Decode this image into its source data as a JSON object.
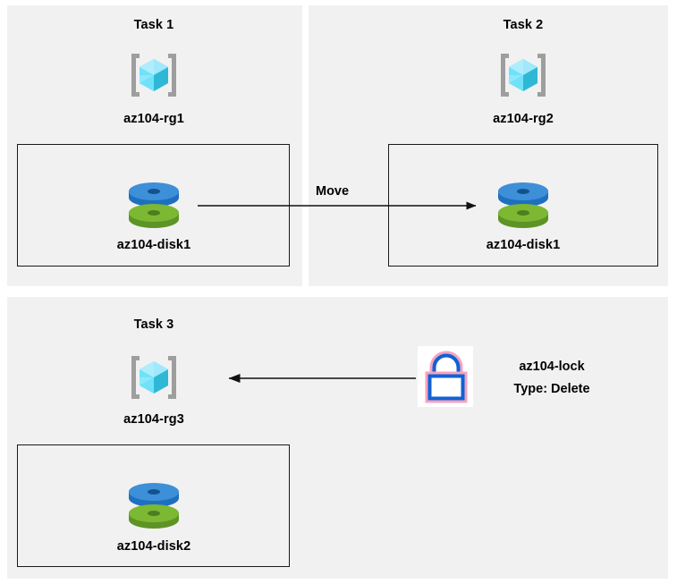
{
  "diagram": {
    "title_hidden": "Azure AZ-104 resource group tasks",
    "background": "#ffffff",
    "panel_color": "#f1f1f1",
    "line_color": "#1a1a1a",
    "colors": {
      "cube_light": "#8ce5fb",
      "cube_mid": "#32d3f5",
      "cube_dark": "#2aa9c9",
      "bracket_gray": "#9e9e9e",
      "disk_blue": "#3d8fd8",
      "disk_blue_dark": "#1f6fbf",
      "disk_green": "#7cb832",
      "disk_green_dark": "#5d9425",
      "lock_blue": "#0f62d6",
      "lock_pink": "#f5a3c0"
    }
  },
  "panels": [
    {
      "id": "task1",
      "title": "Task 1",
      "resource_group": "az104-rg1",
      "rg_icon": "azure-resource-group-icon",
      "child": {
        "label": "az104-disk1",
        "icon": "azure-managed-disk-icon"
      }
    },
    {
      "id": "task2",
      "title": "Task 2",
      "resource_group": "az104-rg2",
      "rg_icon": "azure-resource-group-icon",
      "child": {
        "label": "az104-disk1",
        "icon": "azure-managed-disk-icon"
      }
    },
    {
      "id": "task3",
      "title": "Task 3",
      "resource_group": "az104-rg3",
      "rg_icon": "azure-resource-group-icon",
      "child": {
        "label": "az104-disk2",
        "icon": "azure-managed-disk-icon"
      }
    }
  ],
  "connectors": {
    "move": {
      "label": "Move",
      "direction": "right",
      "from": "az104-disk1 in az104-rg1",
      "to": "az104-disk1 in az104-rg2"
    },
    "lock_apply": {
      "label": "",
      "direction": "left",
      "from": "az104-lock",
      "to": "az104-rg3"
    }
  },
  "lock": {
    "icon": "lock-icon",
    "name": "az104-lock",
    "type_line": "Type: Delete"
  }
}
